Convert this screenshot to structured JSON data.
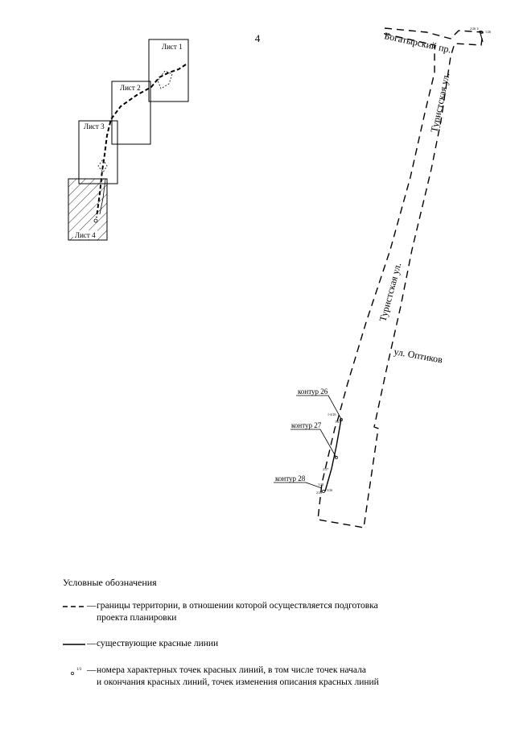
{
  "page": {
    "number": "4"
  },
  "overview": {
    "sheets": [
      {
        "label": "Лист 1"
      },
      {
        "label": "Лист 2"
      },
      {
        "label": "Лист 3"
      },
      {
        "label": "Лист 4"
      }
    ]
  },
  "map": {
    "streets": {
      "bogatyrsky": "Богатырский пр.",
      "turistskaya_upper": "Туристская ул.",
      "turistskaya_lower": "Туристская ул.",
      "optikov": "ул. Оптиков"
    },
    "contours": {
      "c26": "контур 26",
      "c27": "контур 27",
      "c28": "контур 28"
    },
    "points": {
      "p_top_a": "2/26 1/",
      "p_top_b": "1/26",
      "p_26a": "1-4/26",
      "p_26b": "1/27",
      "p_27": "2/27",
      "p_28a": "1/28",
      "p_28b": "3/26",
      "p_28c": "2/28"
    }
  },
  "legend": {
    "title": "Условные обозначения",
    "dash": "—",
    "items": [
      {
        "text1": "границы территории, в отношении которой осуществляется подготовка",
        "text2": "проекта планировки"
      },
      {
        "text1": "существующие красные линии"
      },
      {
        "marker": "1/3",
        "text1": "номера характерных точек красных линий, в том числе точек начала",
        "text2": "и окончания красных линий, точек изменения описания красных линий"
      }
    ]
  }
}
